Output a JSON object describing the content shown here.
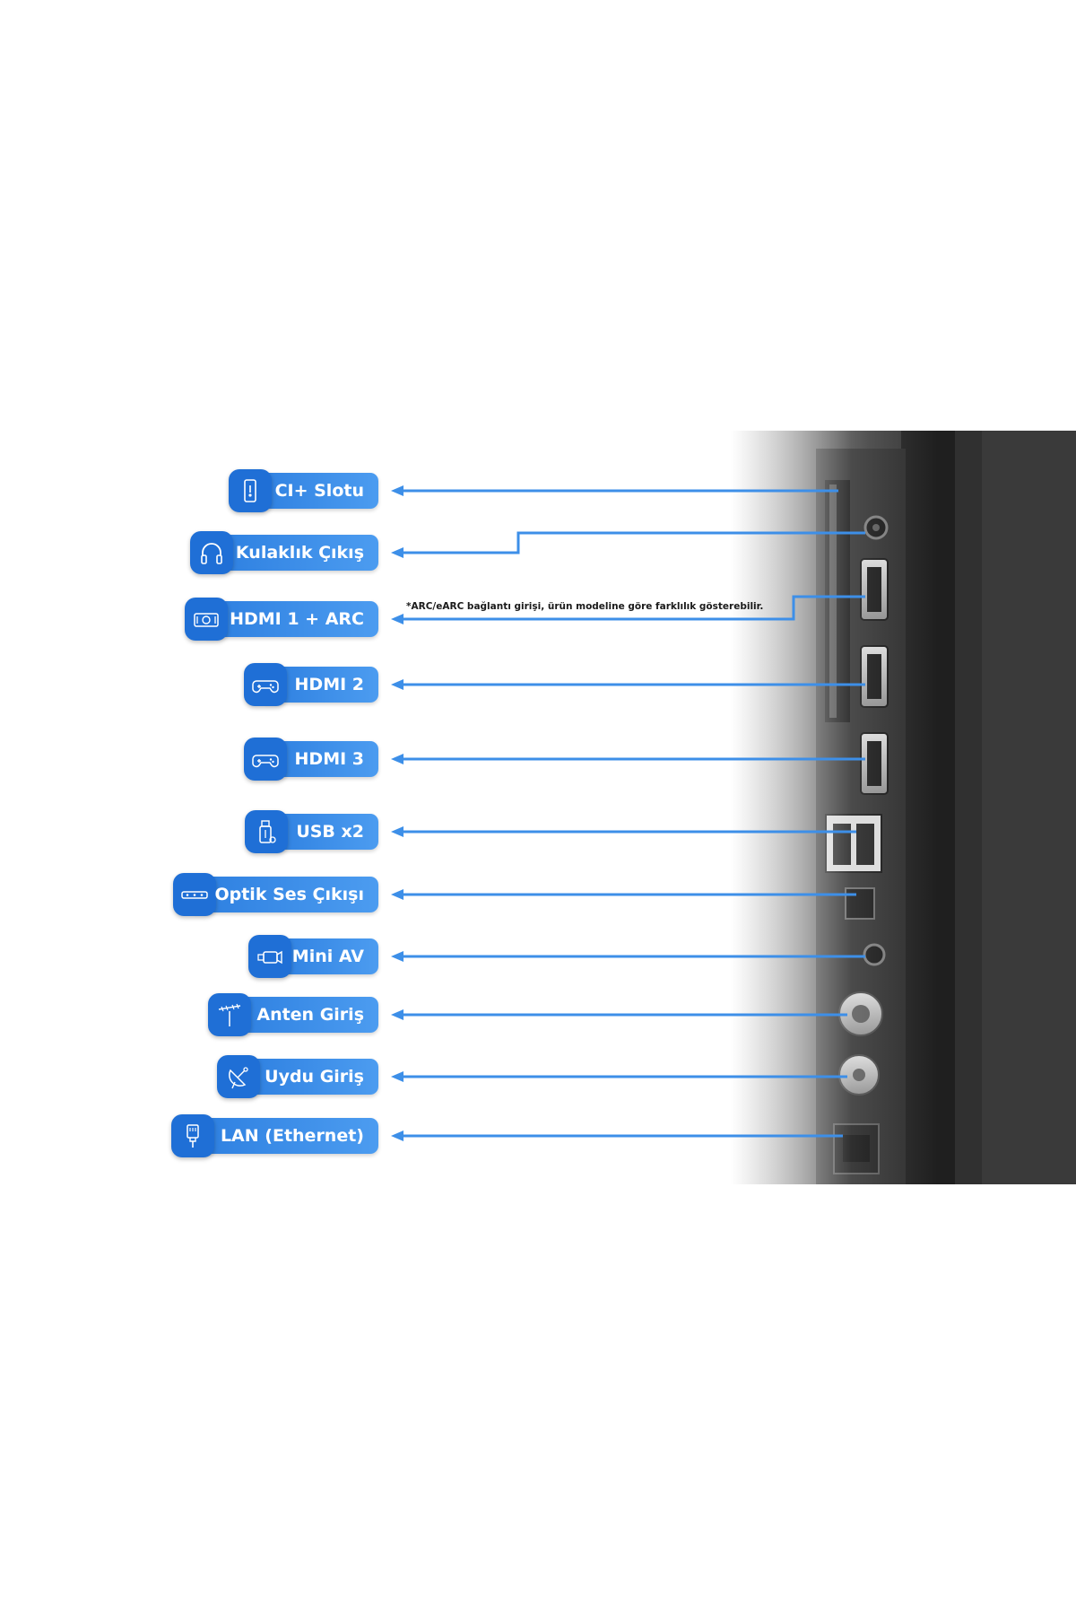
{
  "labels": [
    {
      "id": "ci-slot",
      "text": "CI+ Slotu",
      "icon": "ci-card-icon"
    },
    {
      "id": "headphone",
      "text": "Kulaklık Çıkış",
      "icon": "headphones-icon"
    },
    {
      "id": "hdmi1",
      "text": "HDMI 1 + ARC",
      "icon": "soundbar-speaker-icon"
    },
    {
      "id": "hdmi2",
      "text": "HDMI 2",
      "icon": "gamepad-icon"
    },
    {
      "id": "hdmi3",
      "text": "HDMI 3",
      "icon": "gamepad-icon"
    },
    {
      "id": "usb",
      "text": "USB x2",
      "icon": "usb-stick-icon"
    },
    {
      "id": "optical",
      "text": "Optik Ses Çıkışı",
      "icon": "soundbar-icon"
    },
    {
      "id": "miniav",
      "text": "Mini AV",
      "icon": "video-camera-icon"
    },
    {
      "id": "antenna",
      "text": "Anten Giriş",
      "icon": "antenna-icon"
    },
    {
      "id": "satellite",
      "text": "Uydu Giriş",
      "icon": "satellite-dish-icon"
    },
    {
      "id": "lan",
      "text": "LAN (Ethernet)",
      "icon": "ethernet-plug-icon"
    }
  ],
  "note": "*ARC/eARC bağlantı girişi, ürün modeline göre farklılık gösterebilir.",
  "colors": {
    "accent": "#2d7fe0",
    "accent_dark": "#1f6fd6",
    "line": "#3d8fe8",
    "panel": "#2a2a2a"
  }
}
